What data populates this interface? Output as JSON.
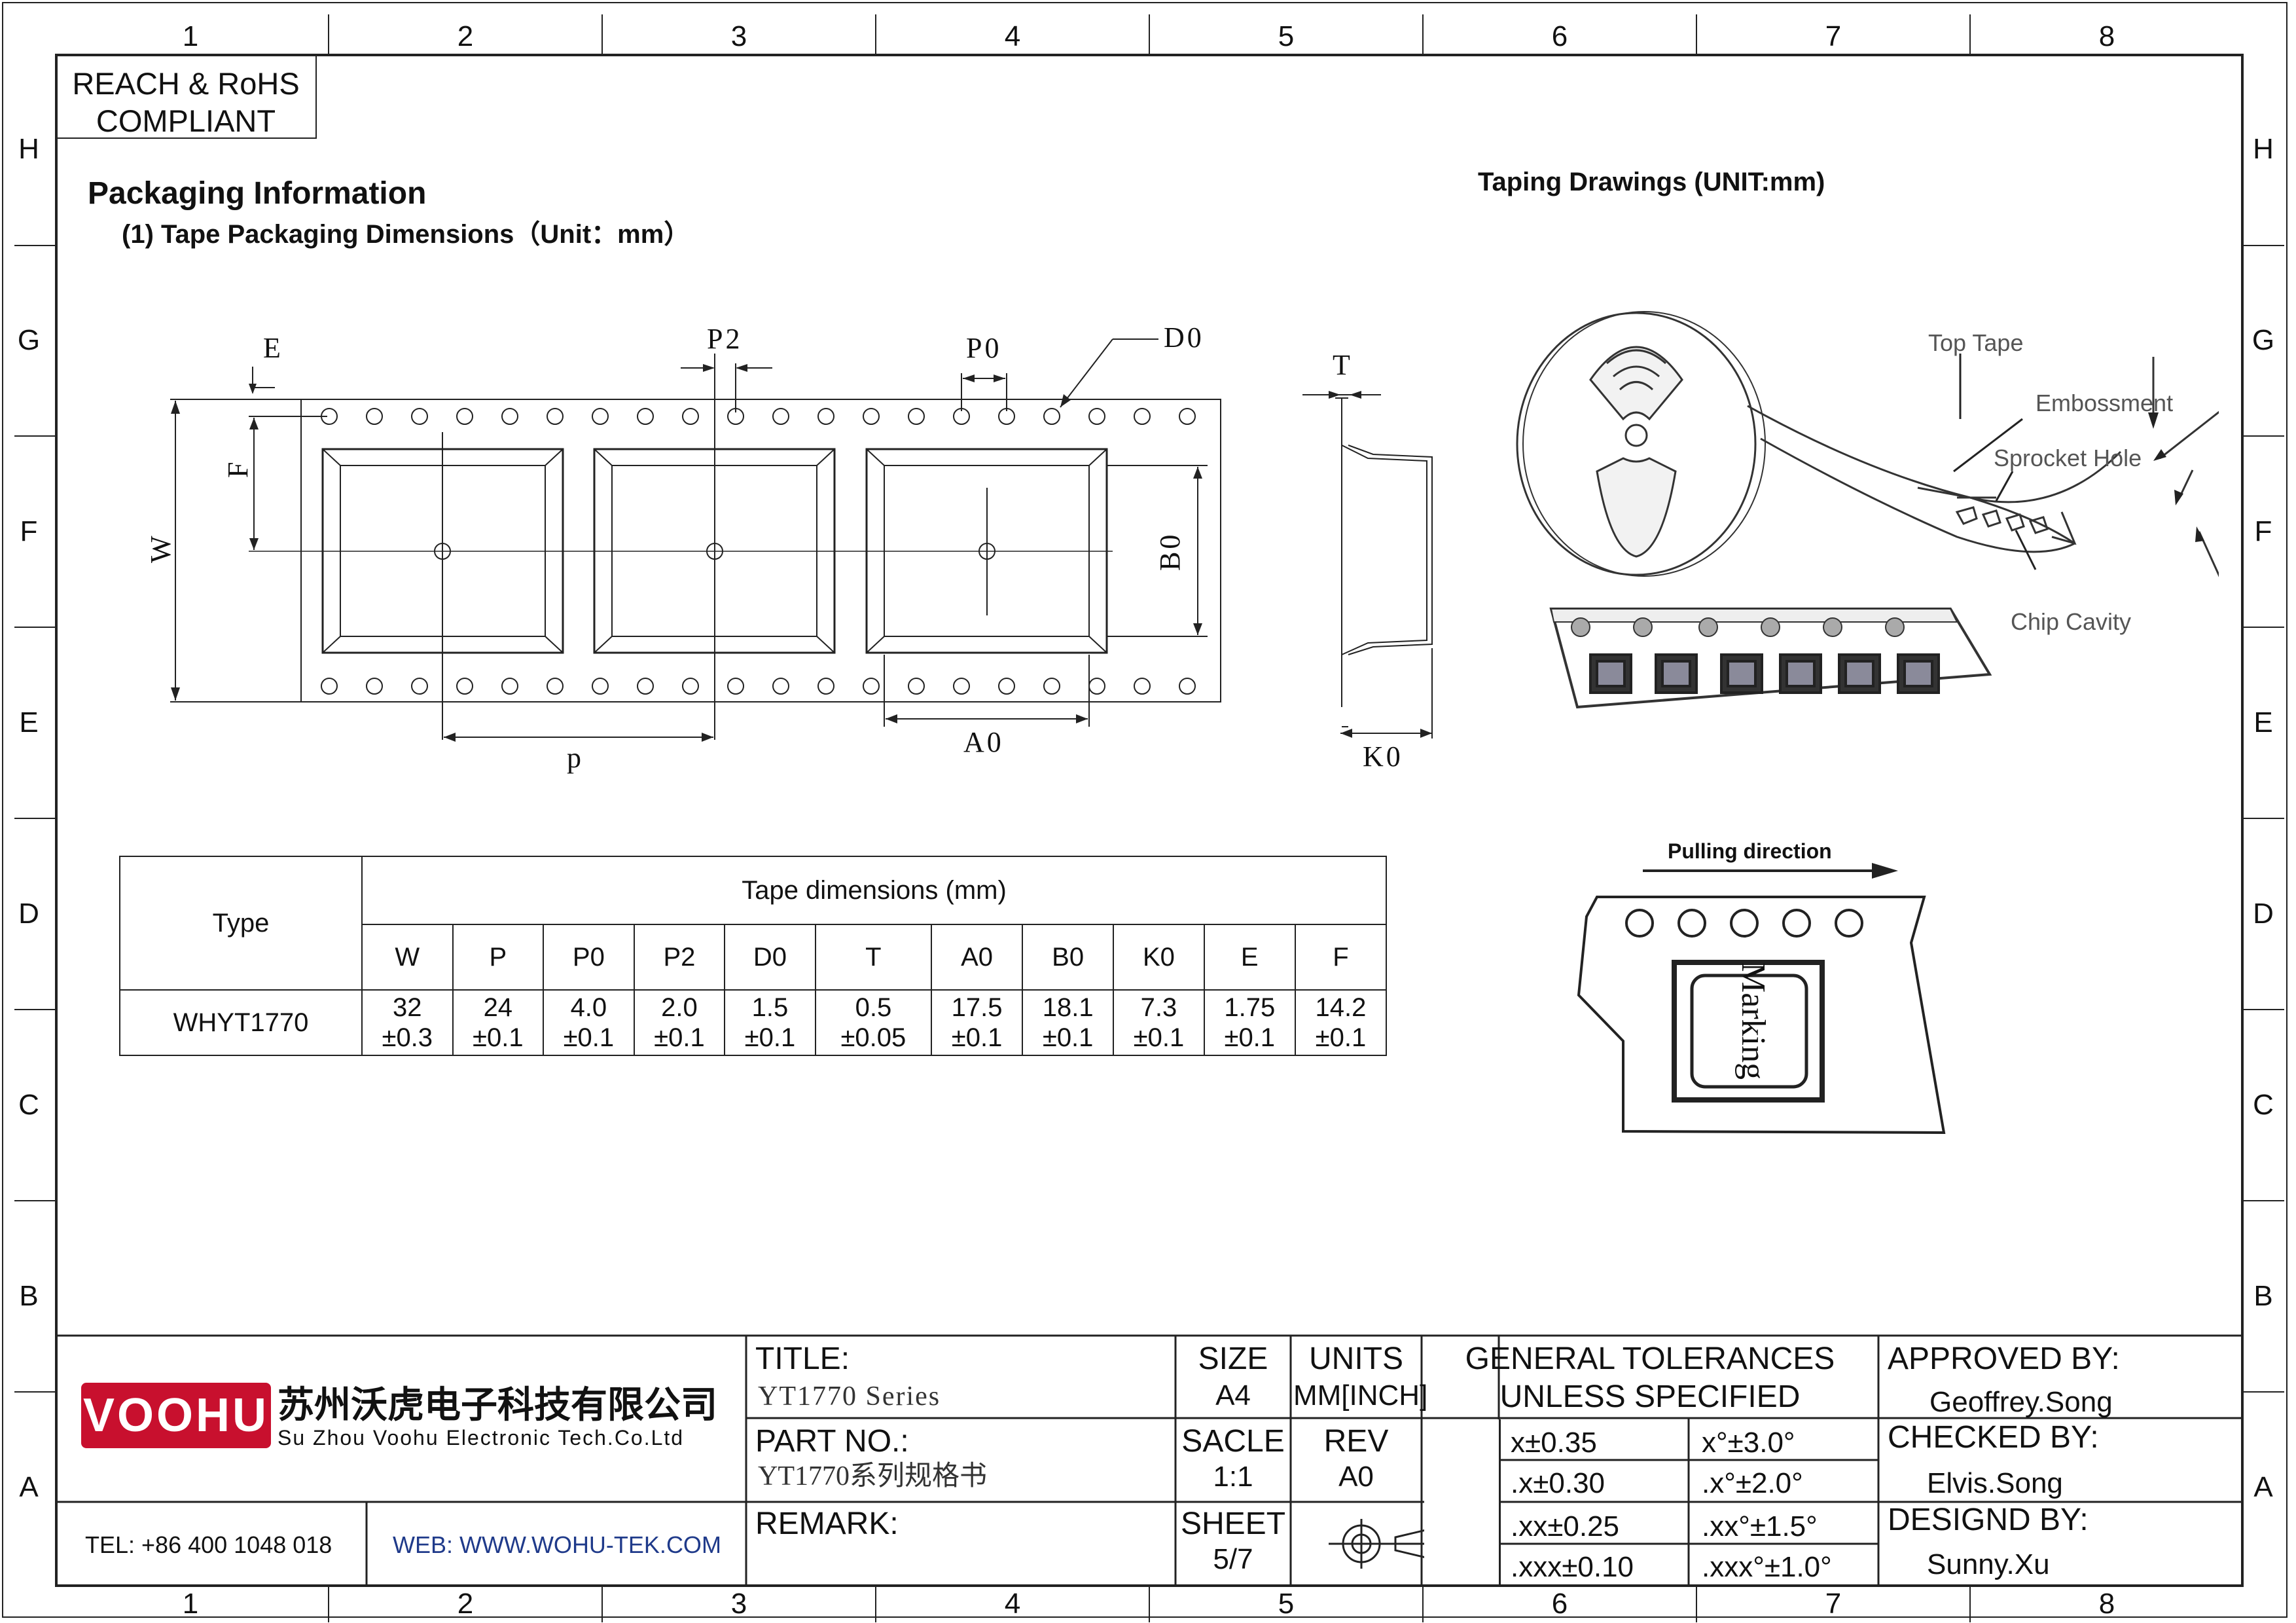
{
  "zone_columns": [
    "1",
    "2",
    "3",
    "4",
    "5",
    "6",
    "7",
    "8"
  ],
  "zone_rows": [
    "H",
    "G",
    "F",
    "E",
    "D",
    "C",
    "B",
    "A"
  ],
  "compliance": {
    "line1": "REACH & RoHS",
    "line2": "COMPLIANT"
  },
  "heading": {
    "title": "Packaging Information",
    "subtitle": "(1) Tape Packaging Dimensions（Unit：mm）"
  },
  "taping_title": "Taping Drawings (UNIT:mm)",
  "tape_drawing_labels": {
    "E": "E",
    "P2": "P2",
    "P0": "P0",
    "D0": "D0",
    "F": "F",
    "W": "W",
    "B0": "B0",
    "P": "p",
    "A0": "A0",
    "T": "T",
    "K0": "K0"
  },
  "reel_labels": {
    "top_tape": "Top Tape",
    "embossment": "Embossment",
    "sprocket_hole": "Sprocket Hole",
    "chip_cavity": "Chip Cavity"
  },
  "pulling": {
    "label": "Pulling direction",
    "marking": "Marking"
  },
  "dimension_table": {
    "type_header": "Type",
    "group_header": "Tape dimensions (mm)",
    "columns": [
      "W",
      "P",
      "P0",
      "P2",
      "D0",
      "T",
      "A0",
      "B0",
      "K0",
      "E",
      "F"
    ],
    "row": {
      "type": "WHYT1770",
      "values": [
        "32",
        "24",
        "4.0",
        "2.0",
        "1.5",
        "0.5",
        "17.5",
        "18.1",
        "7.3",
        "1.75",
        "14.2"
      ],
      "tolerances": [
        "±0.3",
        "±0.1",
        "±0.1",
        "±0.1",
        "±0.1",
        "±0.05",
        "±0.1",
        "±0.1",
        "±0.1",
        "±0.1",
        "±0.1"
      ]
    }
  },
  "title_block": {
    "company_cn": "苏州沃虎电子科技有限公司",
    "company_en": "Su Zhou Voohu Electronic Tech.Co.Ltd",
    "logo_text": "VOOHU",
    "tel": "TEL: +86 400 1048 018",
    "web": "WEB: WWW.WOHU-TEK.COM",
    "title_label": "TITLE:",
    "title_value": "YT1770 Series",
    "part_label": "PART NO.:",
    "part_value": "YT1770系列规格书",
    "remark_label": "REMARK:",
    "size_label": "SIZE",
    "size_value": "A4",
    "scale_label": "SACLE",
    "scale_value": "1:1",
    "sheet_label": "SHEET",
    "sheet_value": "5/7",
    "units_label": "UNITS",
    "units_value": "MM[INCH]",
    "rev_label": "REV",
    "rev_value": "A0",
    "tol_title1": "GENERAL TOLERANCES",
    "tol_title2": "UNLESS SPECIFIED",
    "tolerances": [
      [
        "x±0.35",
        "x°±3.0°"
      ],
      [
        ".x±0.30",
        ".x°±2.0°"
      ],
      [
        ".xx±0.25",
        ".xx°±1.5°"
      ],
      [
        ".xxx±0.10",
        ".xxx°±1.0°"
      ]
    ],
    "approved_label": "APPROVED BY:",
    "approved_value": "Geoffrey.Song",
    "checked_label": "CHECKED BY:",
    "checked_value": "Elvis.Song",
    "designed_label": "DESIGND BY:",
    "designed_value": "Sunny.Xu",
    "brand_color": "#c8102e"
  }
}
